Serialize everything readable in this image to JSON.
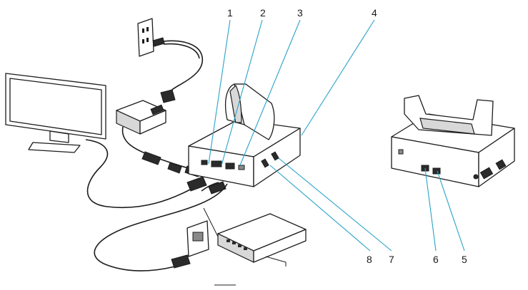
{
  "callouts": [
    {
      "id": "c1",
      "label": "1"
    },
    {
      "id": "c2",
      "label": "2"
    },
    {
      "id": "c3",
      "label": "3"
    },
    {
      "id": "c4",
      "label": "4"
    },
    {
      "id": "c5",
      "label": "5"
    },
    {
      "id": "c6",
      "label": "6"
    },
    {
      "id": "c7",
      "label": "7"
    },
    {
      "id": "c8",
      "label": "8"
    }
  ],
  "colors": {
    "leader": "#2aa3c8",
    "ink": "#1c1c1c",
    "device_fill": "#ffffff",
    "shadow_grey": "#d8d8d8"
  },
  "icons": [
    "wall-outlet-icon",
    "monitor-icon",
    "power-supply-icon",
    "network-switch-icon",
    "charging-cradle-icon"
  ]
}
